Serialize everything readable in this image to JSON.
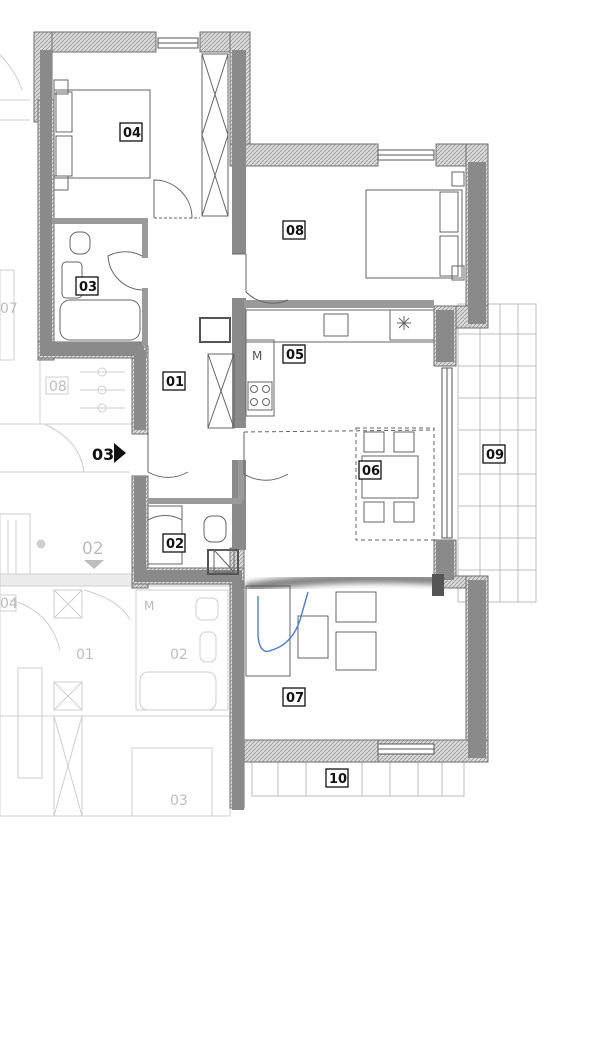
{
  "plan": {
    "rooms": [
      {
        "id": "01",
        "label": "01"
      },
      {
        "id": "02",
        "label": "02"
      },
      {
        "id": "03",
        "label": "03"
      },
      {
        "id": "04",
        "label": "04"
      },
      {
        "id": "05",
        "label": "05"
      },
      {
        "id": "06",
        "label": "06"
      },
      {
        "id": "07",
        "label": "07"
      },
      {
        "id": "08",
        "label": "08"
      },
      {
        "id": "09",
        "label": "09"
      },
      {
        "id": "10",
        "label": "10"
      }
    ],
    "entrance_label": "03",
    "entrance_ghost_label": "02",
    "kitchen_marker": "M",
    "neighbor_labels": [
      "07",
      "08",
      "04",
      "01",
      "02",
      "03"
    ],
    "neighbor_marker": "M"
  },
  "colors": {
    "wall": "#8f8f8f",
    "wall_dark": "#6f6f6f",
    "line": "#444444",
    "ghost": "#c8c8c8",
    "sketch_blue": "#4a7fd4",
    "smudge": "#555555"
  }
}
